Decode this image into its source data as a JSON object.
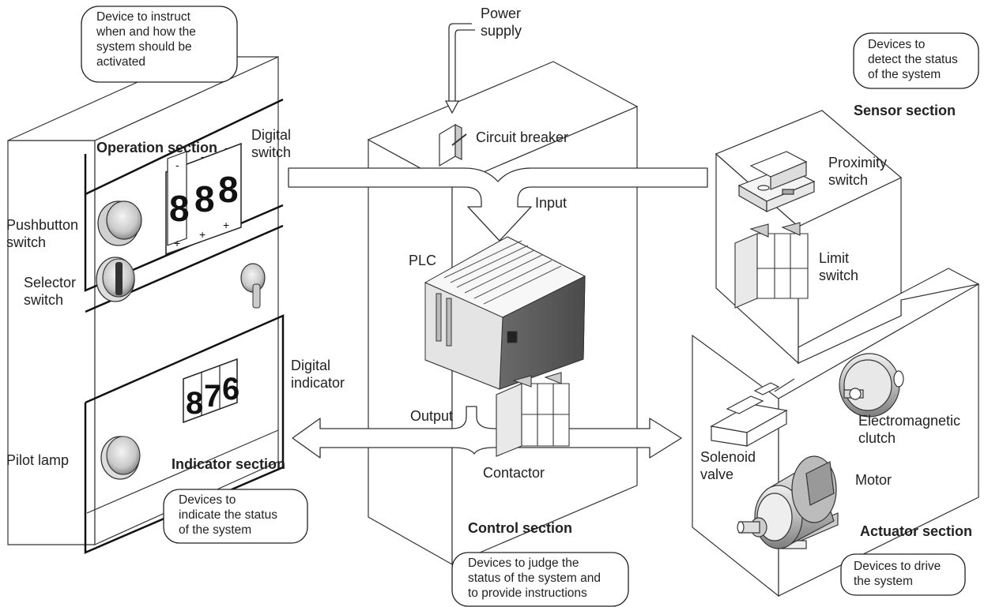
{
  "labels": {
    "power_supply": "Power\nsupply",
    "circuit_breaker": "Circuit breaker",
    "input": "Input",
    "output": "Output",
    "plc": "PLC",
    "contactor": "Contactor",
    "digital_switch": "Digital\nswitch",
    "pushbutton_switch": "Pushbutton\nswitch",
    "selector_switch": "Selector\nswitch",
    "digital_indicator": "Digital\nindicator",
    "pilot_lamp": "Pilot lamp",
    "proximity_switch": "Proximity\nswitch",
    "limit_switch": "Limit\nswitch",
    "electromagnetic_clutch": "Electromagnetic\nclutch",
    "solenoid_valve": "Solenoid\nvalve",
    "motor": "Motor"
  },
  "sections": {
    "operation": "Operation section",
    "indicator": "Indicator section",
    "control": "Control section",
    "sensor": "Sensor section",
    "actuator": "Actuator section"
  },
  "callouts": {
    "operation": "Device to instruct\nwhen and how the\nsystem should be\nactivated",
    "indicator": "Devices to\nindicate the status\nof the system",
    "control": "Devices to judge the\nstatus of the system and\nto provide instructions",
    "sensor": "Devices to\ndetect the status\nof the system",
    "actuator": "Devices to drive\nthe system"
  },
  "displays": {
    "digital_switch_digits": [
      "8",
      "8",
      "8"
    ],
    "digital_indicator_digits": [
      "8",
      "7",
      "6"
    ],
    "minus": "-",
    "plus": "+"
  }
}
